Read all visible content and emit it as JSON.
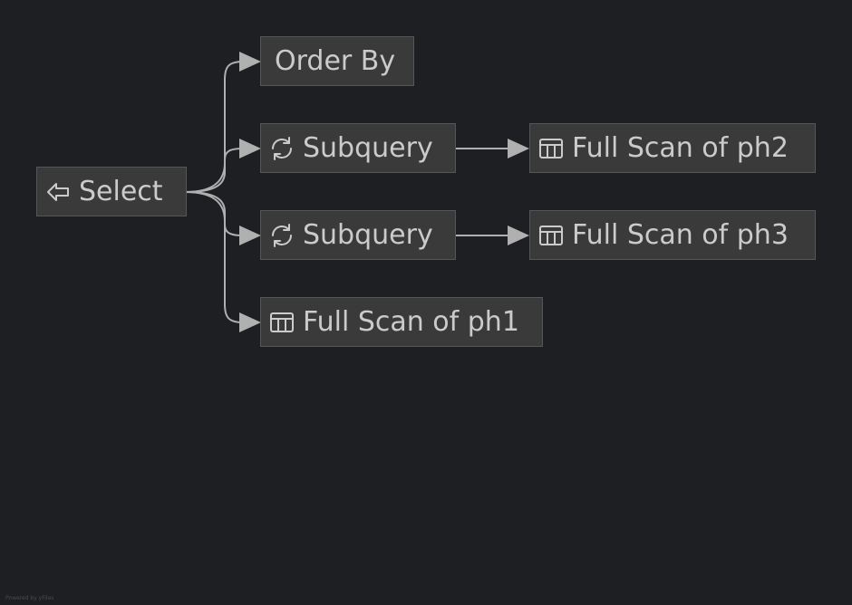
{
  "nodes": {
    "select": {
      "label": "Select",
      "icon": "return-arrow-icon"
    },
    "order_by": {
      "label": "Order By"
    },
    "subquery_1": {
      "label": "Subquery",
      "icon": "refresh-icon"
    },
    "subquery_2": {
      "label": "Subquery",
      "icon": "refresh-icon"
    },
    "scan_ph1": {
      "label": "Full Scan of ph1",
      "icon": "table-icon"
    },
    "scan_ph2": {
      "label": "Full Scan of ph2",
      "icon": "table-icon"
    },
    "scan_ph3": {
      "label": "Full Scan of ph3",
      "icon": "table-icon"
    }
  },
  "edges": [
    {
      "from": "select",
      "to": "order_by"
    },
    {
      "from": "select",
      "to": "subquery_1"
    },
    {
      "from": "select",
      "to": "subquery_2"
    },
    {
      "from": "select",
      "to": "scan_ph1"
    },
    {
      "from": "subquery_1",
      "to": "scan_ph2"
    },
    {
      "from": "subquery_2",
      "to": "scan_ph3"
    }
  ],
  "footer": "Powered by yFiles",
  "colors": {
    "background": "#1e1f22",
    "node_fill": "#3a3a3a",
    "node_border": "#555658",
    "text": "#cbcbcb",
    "edge": "#b0b0b0"
  }
}
